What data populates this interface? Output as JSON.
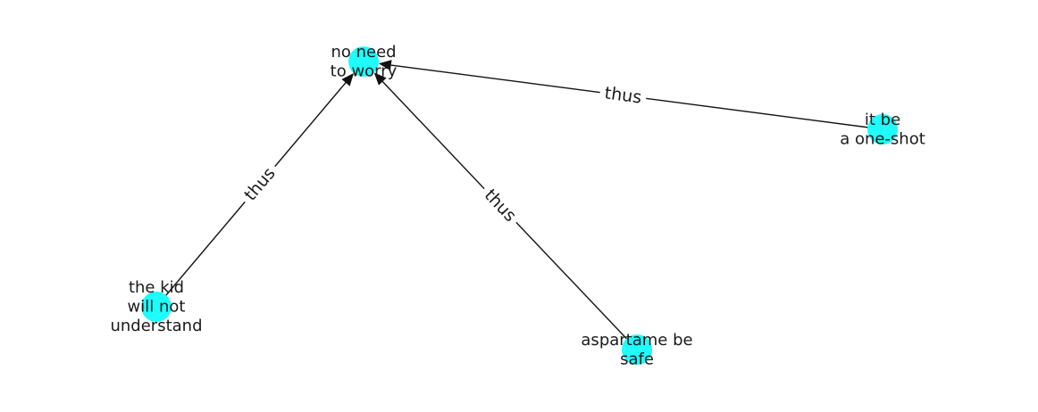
{
  "diagram": {
    "node_color": "#1ffcfc",
    "edge_color": "#111111",
    "nodes": [
      {
        "id": "worry",
        "lines": [
          "no need",
          "to worry"
        ]
      },
      {
        "id": "oneshot",
        "lines": [
          "it be",
          "a one-shot"
        ]
      },
      {
        "id": "kid",
        "lines": [
          "the kid",
          "will not",
          "understand"
        ]
      },
      {
        "id": "aspartame",
        "lines": [
          "aspartame be",
          "safe"
        ]
      }
    ],
    "edges": [
      {
        "from": "oneshot",
        "to": "worry",
        "label": "thus"
      },
      {
        "from": "kid",
        "to": "worry",
        "label": "thus"
      },
      {
        "from": "aspartame",
        "to": "worry",
        "label": "thus"
      }
    ]
  }
}
